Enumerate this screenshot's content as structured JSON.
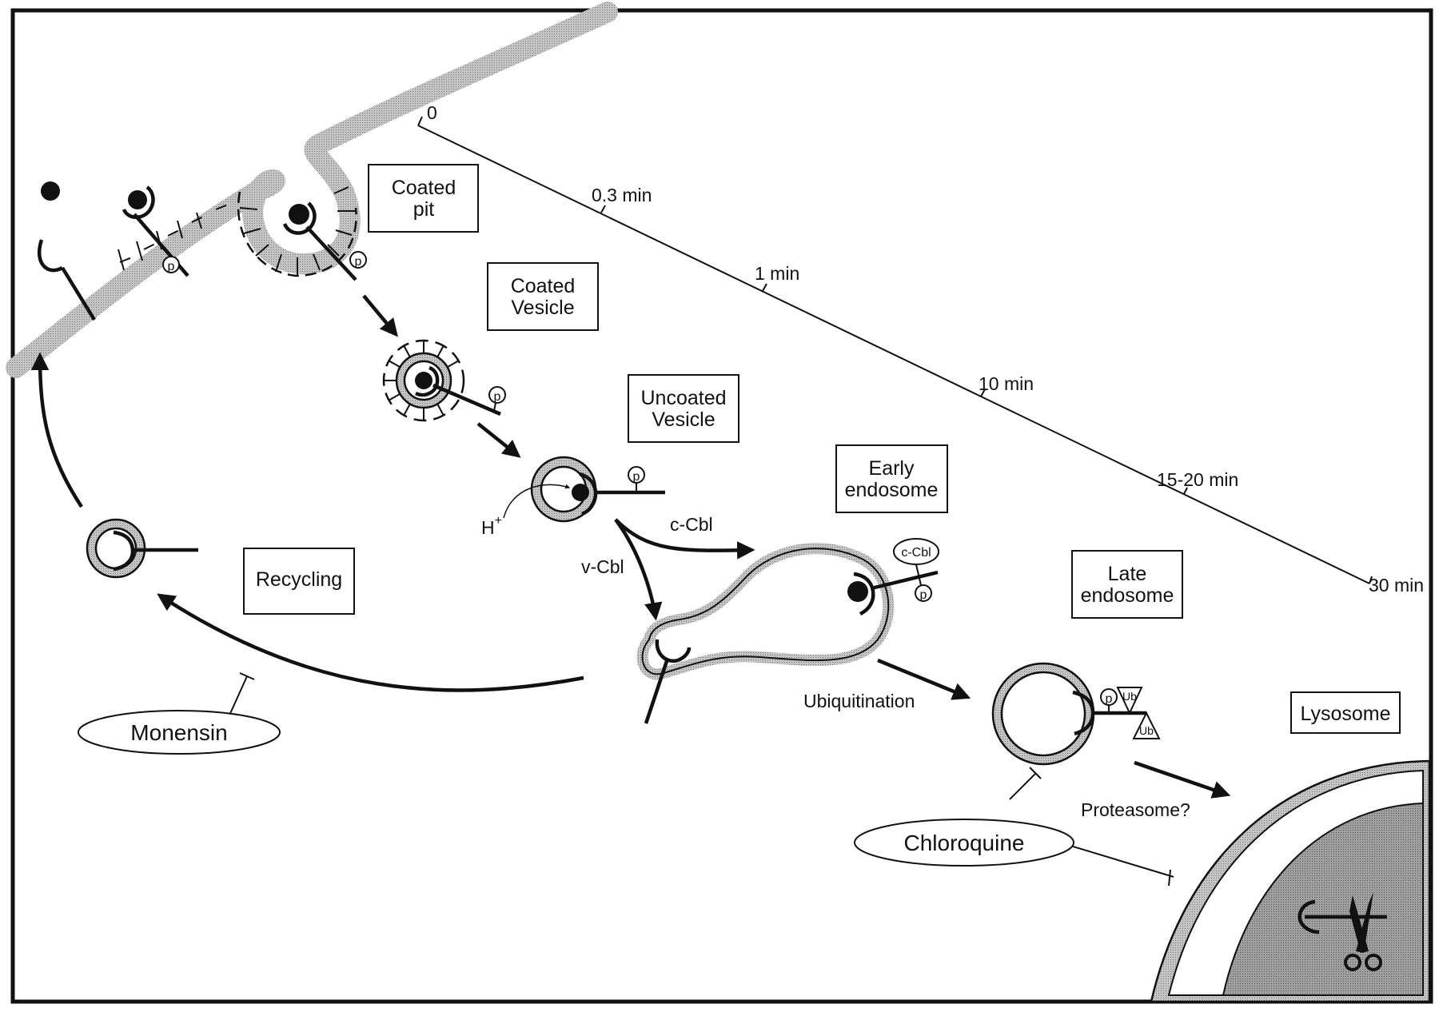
{
  "title": "Receptor-mediated endocytosis pathway",
  "stages": {
    "coated_pit": [
      "Coated",
      "pit"
    ],
    "coated_vesicle": [
      "Coated",
      "Vesicle"
    ],
    "uncoated_vesicle": [
      "Uncoated",
      "Vesicle"
    ],
    "early_endosome": [
      "Early",
      "endosome"
    ],
    "late_endosome": [
      "Late",
      "endosome"
    ],
    "lysosome": [
      "Lysosome"
    ],
    "recycling": [
      "Recycling"
    ]
  },
  "timeline": {
    "ticks": [
      {
        "label": "0",
        "time_min": 0
      },
      {
        "label": "0.3 min",
        "time_min": 0.3
      },
      {
        "label": "1 min",
        "time_min": 1
      },
      {
        "label": "10 min",
        "time_min": 10
      },
      {
        "label": "15-20 min",
        "time_min": 17.5
      },
      {
        "label": "30 min",
        "time_min": 30
      }
    ]
  },
  "annotations": {
    "proton": "H",
    "proton_sup": "+",
    "c_cbl": "c-Cbl",
    "v_cbl": "v-Cbl",
    "c_cbl_badge": "c-Cbl",
    "ubiquitination": "Ubiquitination",
    "proteasome": "Proteasome?",
    "phospho": "p",
    "ub": "Ub"
  },
  "inhibitors": {
    "monensin": "Monensin",
    "chloroquine": "Chloroquine"
  },
  "colors": {
    "ink": "#111111",
    "membrane": "#b9b9b9",
    "lysosome_lumen": "#a9a9a9",
    "background": "#ffffff"
  }
}
